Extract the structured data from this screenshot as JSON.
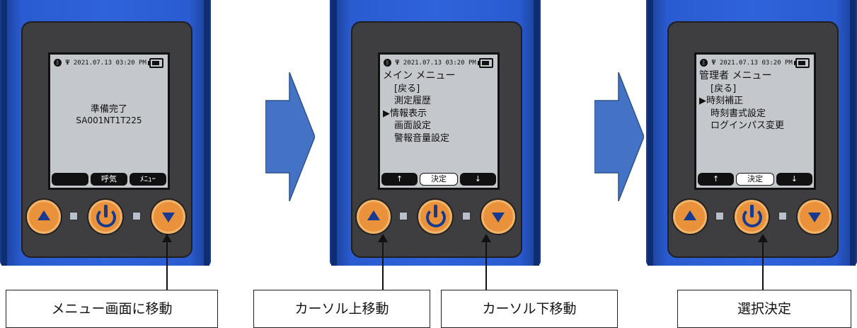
{
  "devices": [
    {
      "status": {
        "bt_icon": "bluetooth-icon",
        "usb_icon": "usb-icon",
        "datetime": "2021.07.13 03:20 PM"
      },
      "message": {
        "line1": "準備完了",
        "line2": "SA001NT1T225"
      },
      "softkeys": [
        "",
        "呼気",
        "ﾒﾆｭｰ"
      ]
    },
    {
      "status": {
        "datetime": "2021.07.13 03:20 PM"
      },
      "menu": {
        "title": "メイン メニュー",
        "items": [
          "[戻る]",
          "測定履歴",
          "▶情報表示",
          "画面設定",
          "警報音量設定"
        ]
      },
      "softkeys": [
        "↑",
        "決定",
        "↓"
      ]
    },
    {
      "status": {
        "datetime": "2021.07.13 03:20 PM"
      },
      "menu": {
        "title": "管理者 メニュー",
        "items": [
          "[戻る]",
          "▶時刻補正",
          "時刻書式設定",
          "ログインパス変更"
        ]
      },
      "softkeys": [
        "↑",
        "決定",
        "↓"
      ]
    }
  ],
  "labels": {
    "move_to_menu": "メニュー画面に移動",
    "cursor_up": "カーソル上移動",
    "cursor_down": "カーソル下移動",
    "confirm": "選択決定"
  },
  "colors": {
    "device_blue": "#2f63db",
    "button_orange": "#e9923b",
    "arrow_blue": "#4472c4",
    "screen": "#c4c7cc"
  }
}
